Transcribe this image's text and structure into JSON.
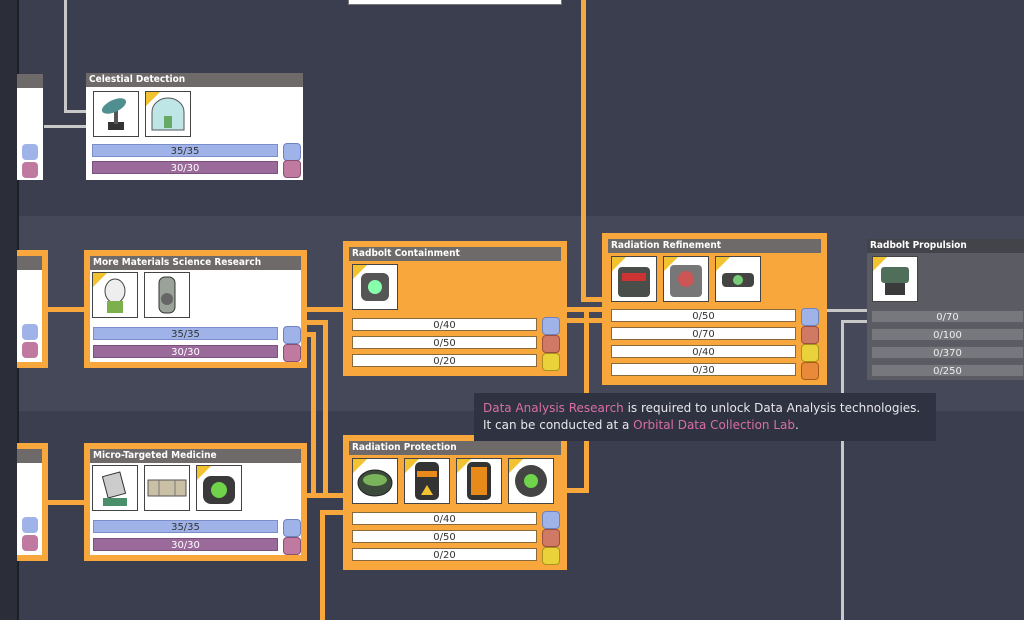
{
  "colors": {
    "background": "#3c4051",
    "band": "#444859",
    "card_active": "#f7a73b",
    "card_done": "#ffffff",
    "card_locked": "#5b5c63",
    "connector_orange": "#f7a73b",
    "connector_grey": "#c8c8c8",
    "highlight": "#d86fa6",
    "bar_blue": "#9fb3e9",
    "bar_purple": "#9a6a9a"
  },
  "cards": {
    "celestial": {
      "title": "Celestial Detection",
      "icons": [
        "telescope-icon",
        "glass-dome-icon"
      ],
      "bars": [
        "35/35",
        "30/30"
      ]
    },
    "materials": {
      "title": "More Materials Science Research",
      "icons": [
        "orbital-research-station-icon",
        "nuclear-lab-icon"
      ],
      "bars": [
        "35/35",
        "30/30"
      ]
    },
    "medicine": {
      "title": "Micro-Targeted Medicine",
      "icons": [
        "robot-arm-icon",
        "tank-icon",
        "radio-icon"
      ],
      "bars": [
        "35/35",
        "30/30"
      ]
    },
    "containment": {
      "title": "Radbolt Containment",
      "icons": [
        "radbolt-chamber-icon"
      ],
      "bars": [
        "0/40",
        "0/50",
        "0/20"
      ]
    },
    "protection": {
      "title": "Radiation Protection",
      "icons": [
        "lead-suit-icon",
        "warning-door-icon",
        "shielded-door-icon",
        "hex-wall-icon"
      ],
      "bars": [
        "0/40",
        "0/50",
        "0/20"
      ]
    },
    "refinement": {
      "title": "Radiation Refinement",
      "icons": [
        "refinery-icon",
        "uranium-centrifuge-icon",
        "radbolt-generator-icon"
      ],
      "bars": [
        "0/50",
        "0/70",
        "0/40",
        "0/30"
      ]
    },
    "propulsion": {
      "title": "Radbolt Propulsion",
      "icons": [
        "radbolt-engine-icon"
      ],
      "bars": [
        "0/70",
        "0/100",
        "0/370",
        "0/250"
      ]
    }
  },
  "tooltip": {
    "line1_highlight": "Data Analysis Research",
    "line1_rest": " is required to unlock Data Analysis technologies.",
    "line2_start": "It can be conducted at a ",
    "line2_highlight": "Orbital Data Collection Lab",
    "line2_end": "."
  }
}
